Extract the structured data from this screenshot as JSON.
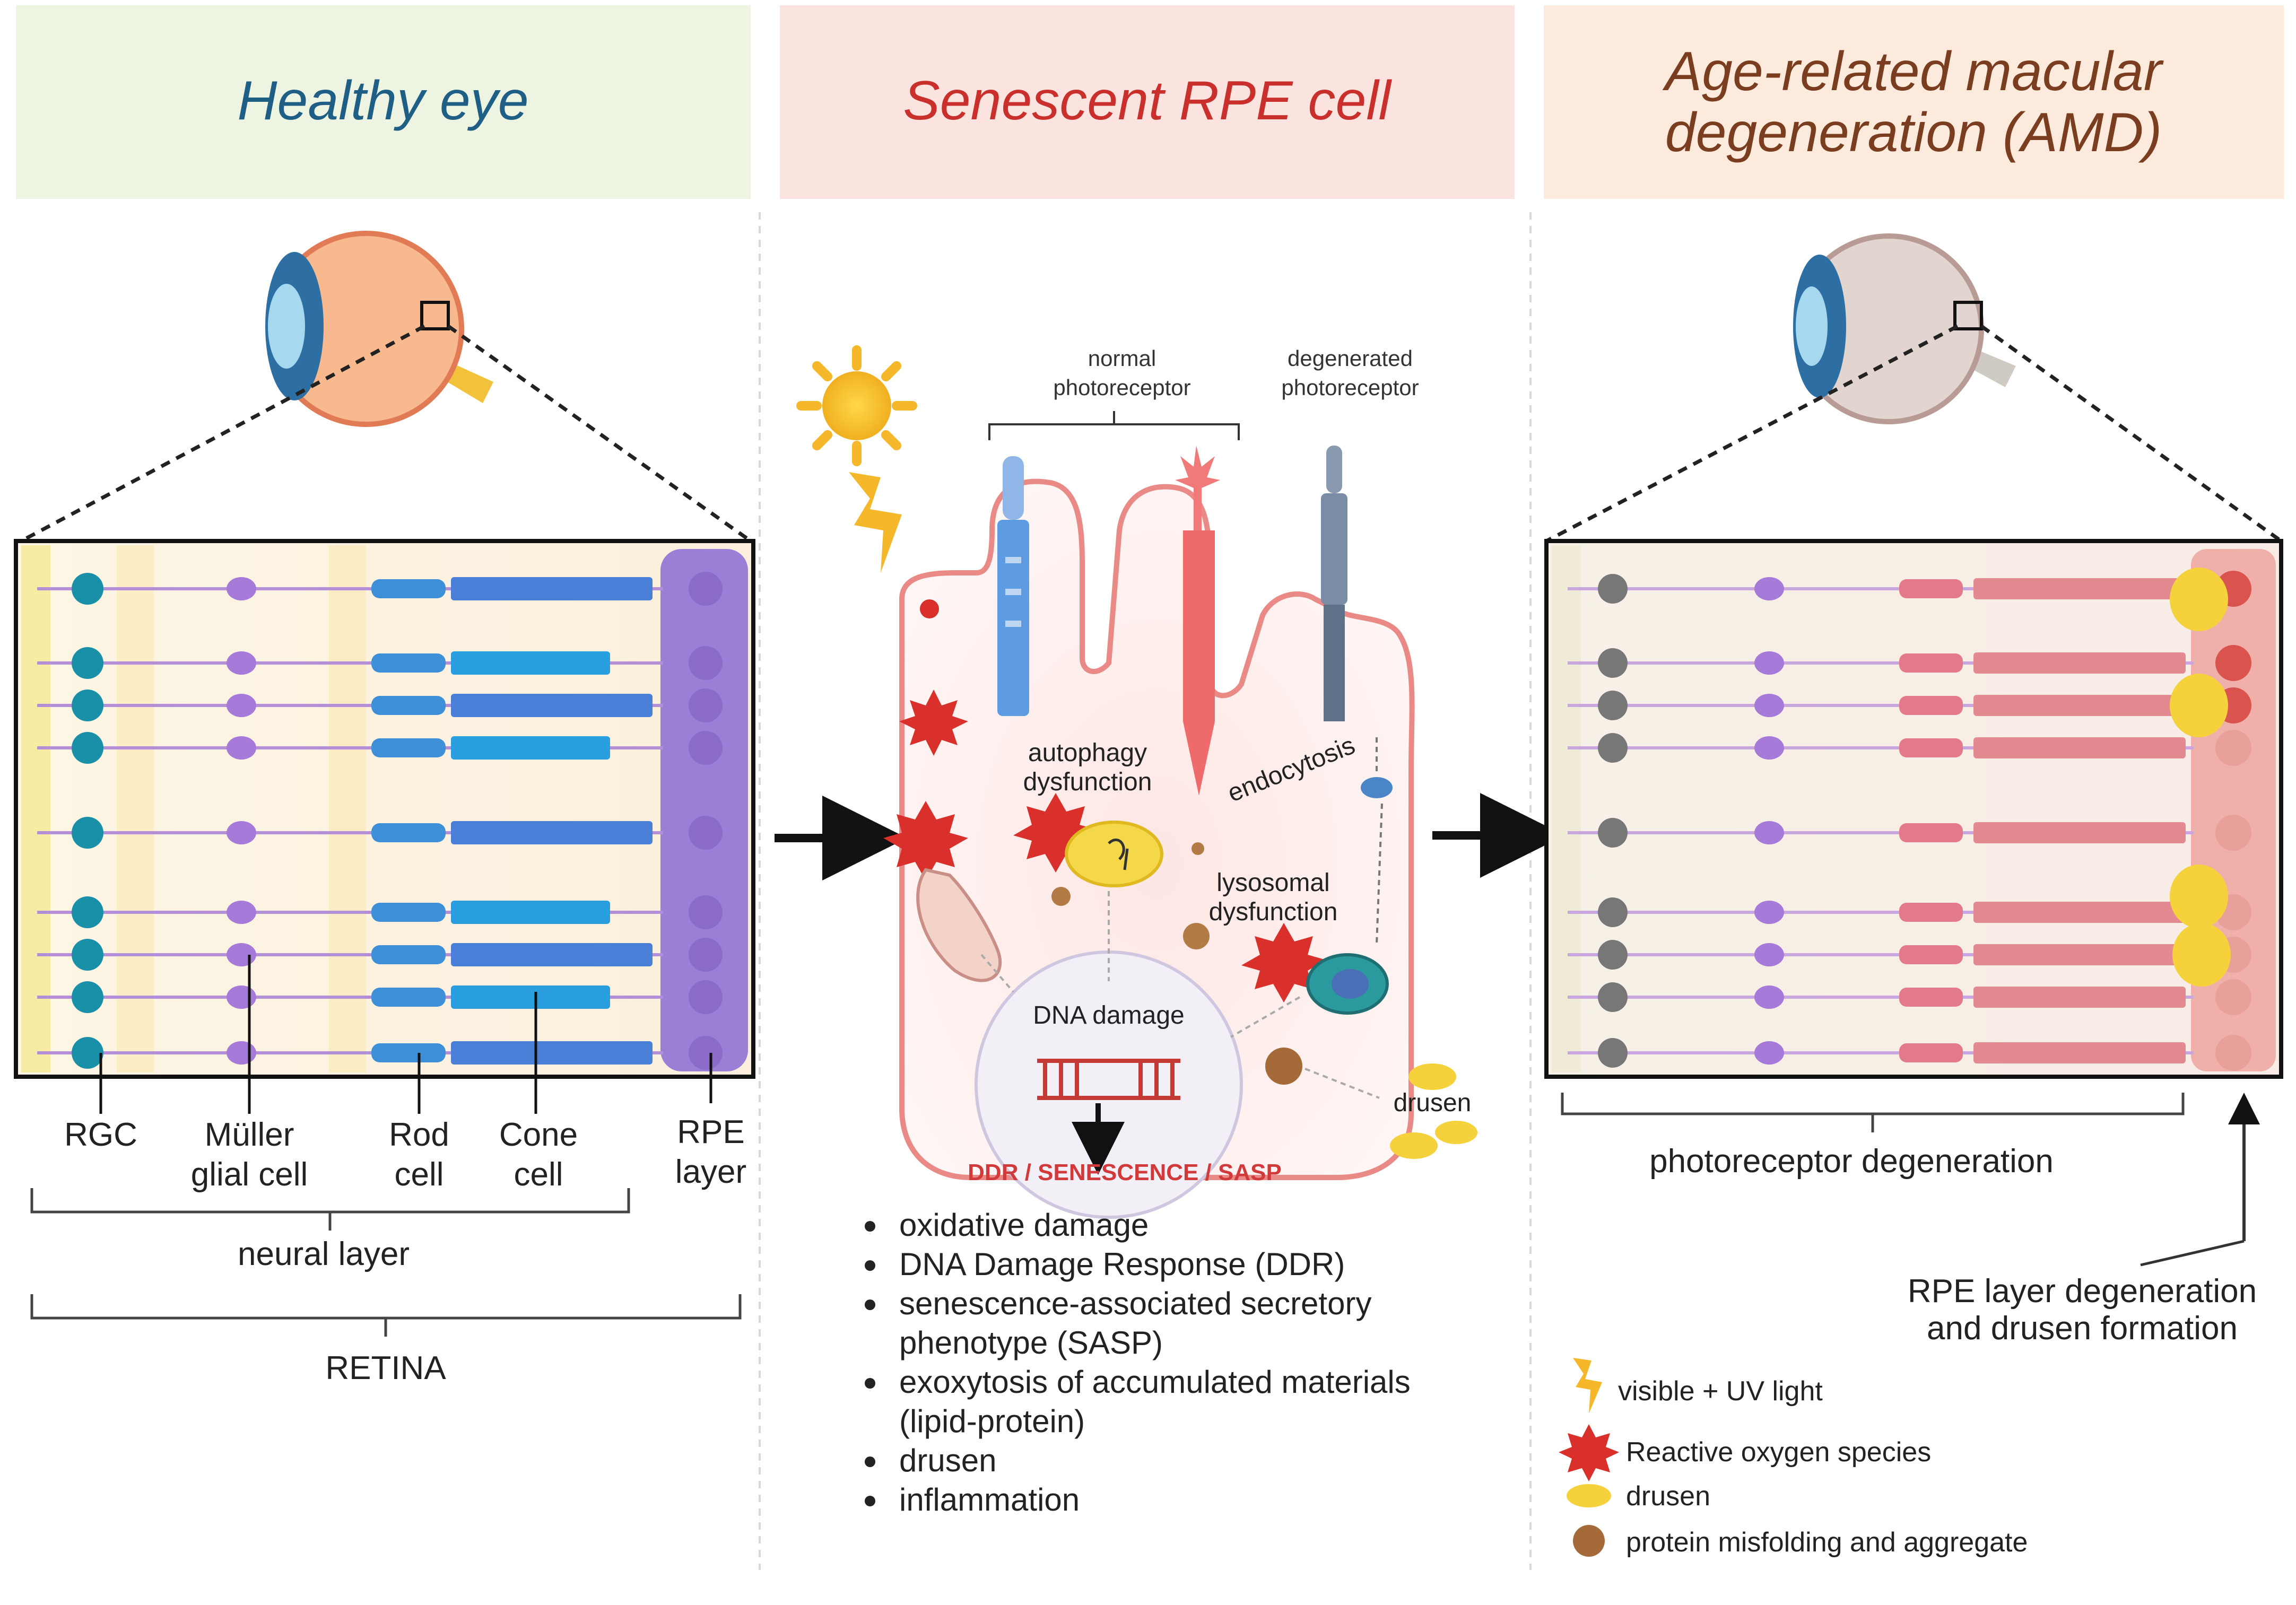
{
  "panels": {
    "healthy": {
      "title": "Healthy eye",
      "color": "#1f5f86",
      "bg": "#eef4e2"
    },
    "senescent": {
      "title": "Senescent RPE cell",
      "color": "#c9302c",
      "bg": "#fbe3e0"
    },
    "amd": {
      "title_line1": "Age-related macular",
      "title_line2": "degeneration (AMD)",
      "color": "#7a3d1f",
      "bg": "#fcebdc"
    }
  },
  "healthy_labels": {
    "rgc": "RGC",
    "muller_1": "Müller",
    "muller_2": "glial cell",
    "rod_1": "Rod",
    "rod_2": "cell",
    "cone_1": "Cone",
    "cone_2": "cell",
    "rpe_1": "RPE",
    "rpe_2": "layer",
    "neural_layer": "neural layer",
    "retina": "RETINA"
  },
  "cell_labels": {
    "normal_1": "normal",
    "normal_2": "photoreceptor",
    "degen_1": "degenerated",
    "degen_2": "photoreceptor",
    "autophagy_1": "autophagy",
    "autophagy_2": "dysfunction",
    "endocytosis": "endocytosis",
    "lysosomal_1": "lysosomal",
    "lysosomal_2": "dysfunction",
    "dna_damage": "DNA damage",
    "drusen": "drusen",
    "ddr": "DDR / SENESCENCE / SASP"
  },
  "bullets": [
    "oxidative damage",
    "DNA Damage Response (DDR)",
    "senescence-associated secretory",
    "phenotype (SASP)",
    "exoxytosis of accumulated materials",
    "(lipid-protein)",
    "drusen",
    "inflammation"
  ],
  "amd_labels": {
    "photoreceptor_degeneration": "photoreceptor degeneration",
    "rpe_degen_1": "RPE layer degeneration",
    "rpe_degen_2": "and drusen formation"
  },
  "legend": [
    {
      "icon": "lightning-icon",
      "label": "visible + UV light"
    },
    {
      "icon": "ros-star-icon",
      "label": "Reactive oxygen species"
    },
    {
      "icon": "drusen-icon",
      "label": "drusen"
    },
    {
      "icon": "aggregate-icon",
      "label": "protein misfolding and aggregate"
    }
  ],
  "colors": {
    "rgc": "#1a8fa8",
    "muller": "#5b3aa8",
    "rod": "#3d8fd8",
    "cone": "#2a9fe0",
    "rpe": "#9a7fd6",
    "amd_rpe": "#d9534f",
    "drusen": "#f5d23c",
    "arrow": "#111111"
  }
}
